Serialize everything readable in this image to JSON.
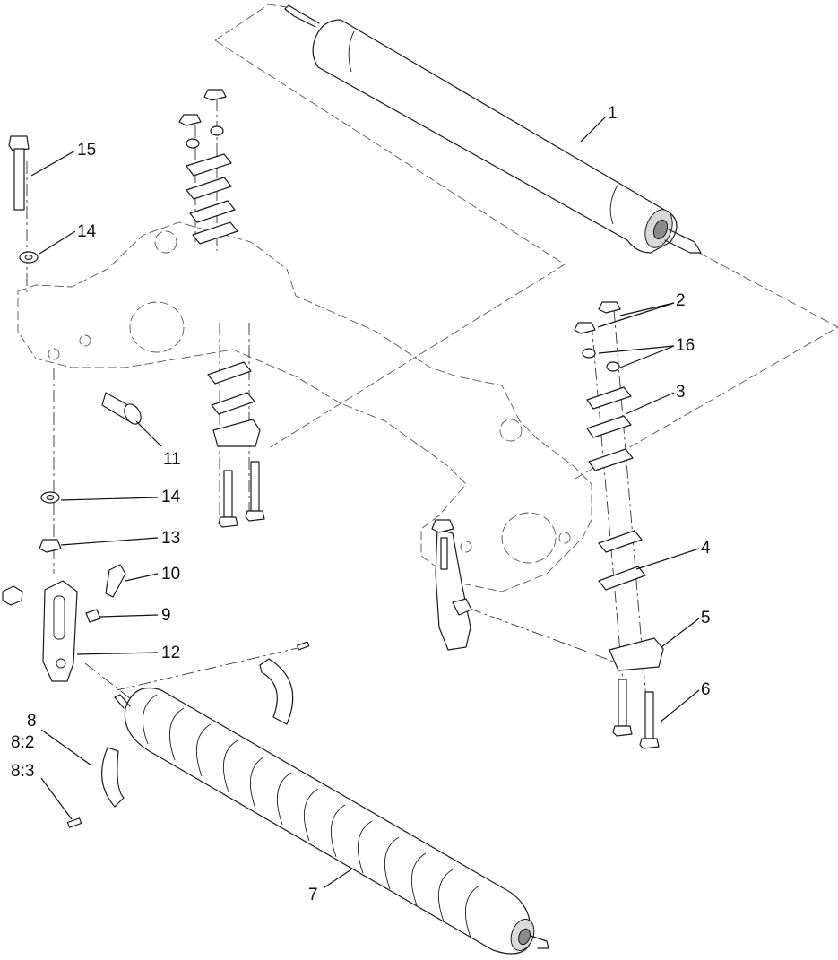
{
  "diagram": {
    "type": "exploded-parts-view",
    "callouts": [
      {
        "id": "c1",
        "label": "1"
      },
      {
        "id": "c2",
        "label": "2"
      },
      {
        "id": "c16",
        "label": "16"
      },
      {
        "id": "c3",
        "label": "3"
      },
      {
        "id": "c4",
        "label": "4"
      },
      {
        "id": "c5",
        "label": "5"
      },
      {
        "id": "c6",
        "label": "6"
      },
      {
        "id": "c15",
        "label": "15"
      },
      {
        "id": "c14a",
        "label": "14"
      },
      {
        "id": "c11",
        "label": "11"
      },
      {
        "id": "c14b",
        "label": "14"
      },
      {
        "id": "c13",
        "label": "13"
      },
      {
        "id": "c10",
        "label": "10"
      },
      {
        "id": "c9",
        "label": "9"
      },
      {
        "id": "c12",
        "label": "12"
      },
      {
        "id": "c8",
        "label": "8"
      },
      {
        "id": "c8_2",
        "label": "8:2"
      },
      {
        "id": "c8_3",
        "label": "8:3"
      },
      {
        "id": "c7",
        "label": "7"
      }
    ]
  }
}
